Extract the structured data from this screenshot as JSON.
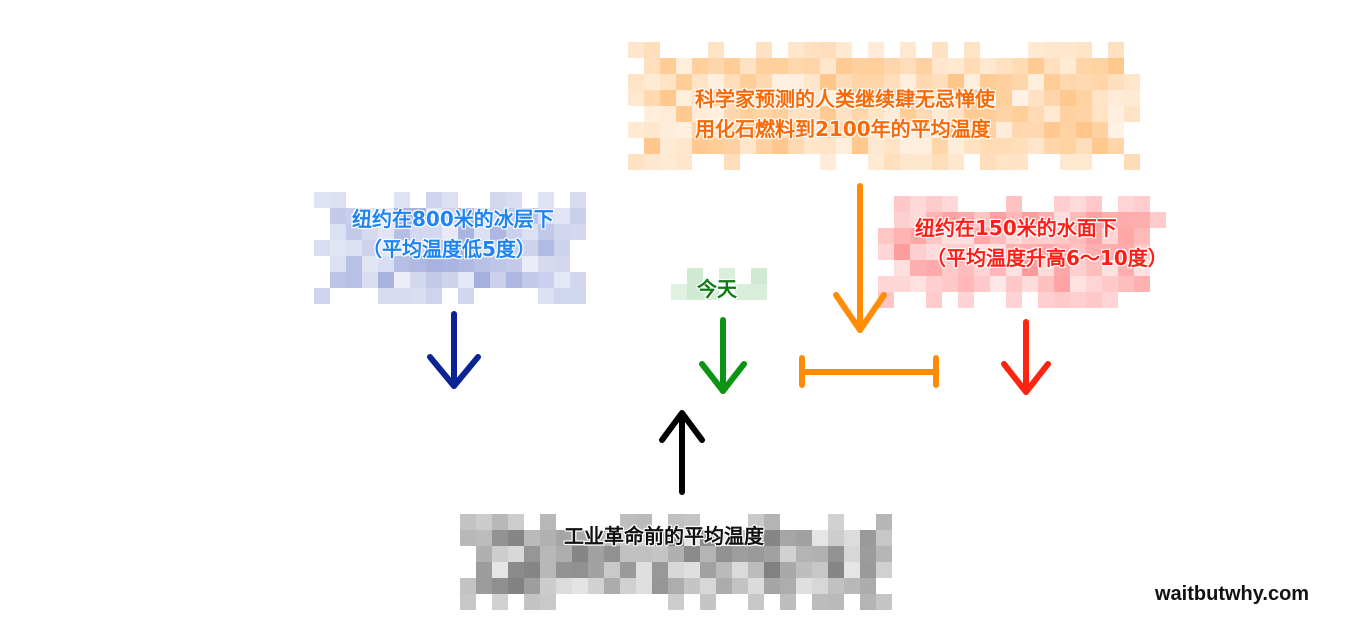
{
  "colors": {
    "cold": "#7ba2ef",
    "middle": "#a66fa8",
    "hot": "#ff2412",
    "ice_arrow": "#0a2494",
    "today_arrow": "#0d9412",
    "forecast_arrow": "#ff8c05",
    "hot_arrow": "#ff2412",
    "preindustrial_arrow": "#000000",
    "ice_text": "#1f83f2",
    "today_text": "#0f7a13",
    "forecast_text": "#f76a08",
    "hot_text": "#ff1e17",
    "preindustrial_text": "#111111"
  },
  "markers": {
    "ice_age": {
      "line1": "纽约在800米的冰层下",
      "line2": "（平均温度低5度）"
    },
    "today": {
      "label": "今天"
    },
    "forecast": {
      "line1": "科学家预测的人类继续肆无忌惮使",
      "line2": "用化石燃料到2100年的平均温度"
    },
    "hot": {
      "line1": "纽约在150米的水面下",
      "line2": "（平均温度升高6～10度）"
    },
    "preindustrial": {
      "label": "工业革命前的平均温度"
    }
  },
  "credit": "waitbutwhy.com"
}
